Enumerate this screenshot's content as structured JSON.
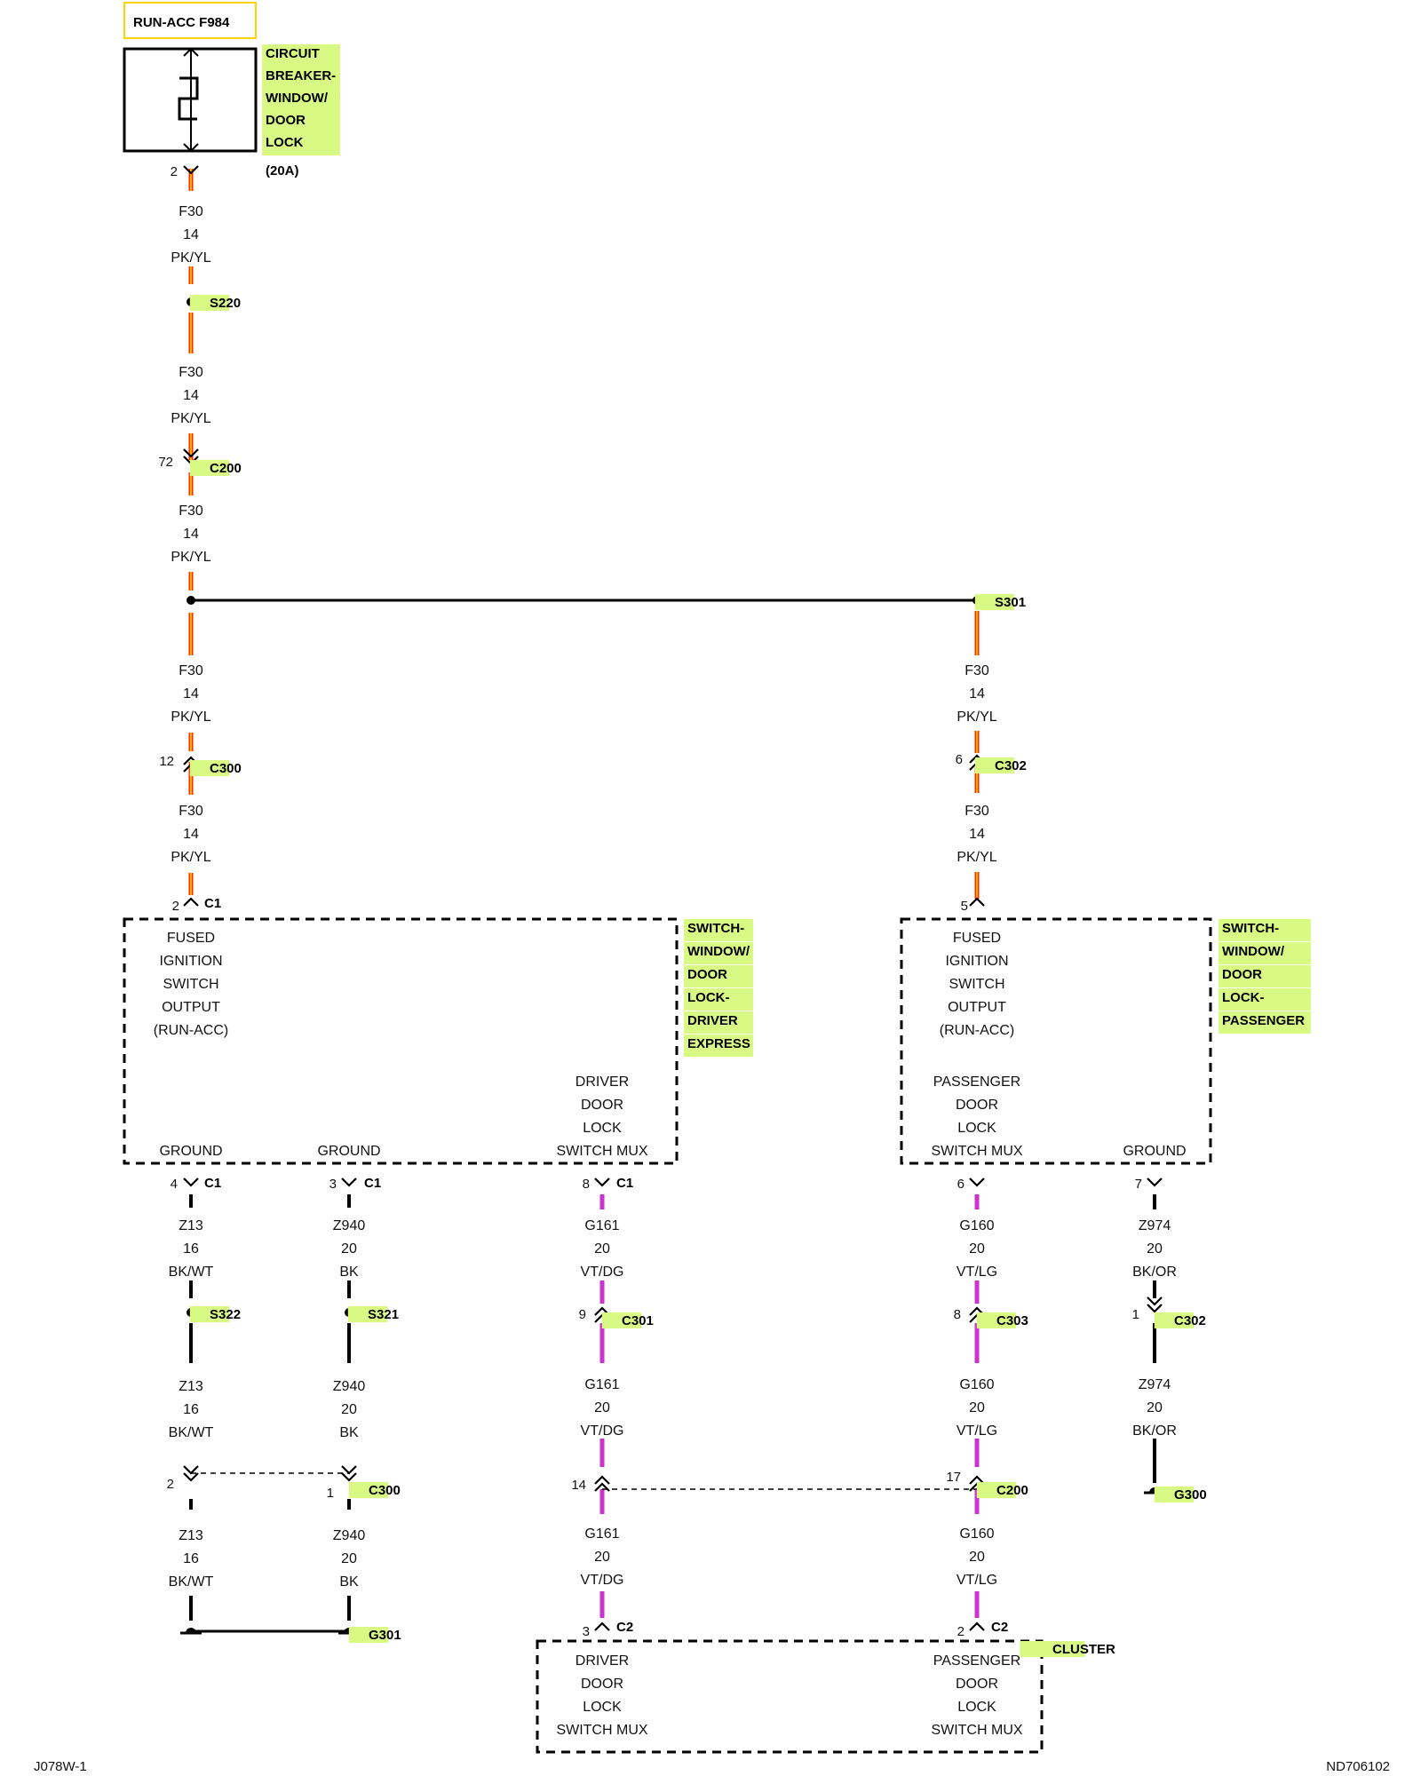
{
  "colors": {
    "pk_yl_primary": "#ff2a00",
    "pk_yl_stripe": "#ffd400",
    "vt_wire": "#cc33cc",
    "bk_wire": "#000000",
    "highlight": "#d9f985",
    "fuse_box_border": "#ffd400"
  },
  "icons": {
    "circuit_breaker": "circuit-breaker-symbol",
    "splice": "splice-dot",
    "connector_male": "connector-chevron-down",
    "connector_female": "connector-chevron-up",
    "ground": "ground-symbol"
  },
  "fuse": {
    "name": "RUN-ACC F984",
    "title_lines": [
      "CIRCUIT",
      "BREAKER-",
      "WINDOW/",
      "DOOR",
      "LOCK"
    ],
    "rating": "(20A)",
    "pin": "2"
  },
  "wire_main": {
    "circuit": "F30",
    "gauge": "14",
    "color": "PK/YL"
  },
  "splices": {
    "s220": "S220",
    "s301": "S301",
    "s322": "S322",
    "s321": "S321"
  },
  "connectors": {
    "c200_top": {
      "pin": "72",
      "name": "C200"
    },
    "c300_left": {
      "pin": "12",
      "name": "C300"
    },
    "c302_right": {
      "pin": "6",
      "name": "C302"
    },
    "driver_c1_in": {
      "pin": "2",
      "name": "C1"
    },
    "passenger_in": {
      "pin": "5"
    },
    "driver_c1_gnd1": {
      "pin": "4",
      "name": "C1"
    },
    "driver_c1_gnd2": {
      "pin": "3",
      "name": "C1"
    },
    "driver_c1_mux": {
      "pin": "8",
      "name": "C1"
    },
    "passenger_mux": {
      "pin": "6"
    },
    "passenger_gnd": {
      "pin": "7"
    },
    "c301": {
      "pin": "9",
      "name": "C301"
    },
    "c303": {
      "pin": "8",
      "name": "C303"
    },
    "c302_gnd": {
      "pin": "1",
      "name": "C302"
    },
    "c300_z13": {
      "pin": "2"
    },
    "c300_z940": {
      "pin": "1",
      "name": "C300"
    },
    "c200_g161": {
      "pin": "14"
    },
    "c200_g160": {
      "pin": "17",
      "name": "C200"
    },
    "c2_driver": {
      "pin": "3",
      "name": "C2"
    },
    "c2_passenger": {
      "pin": "2",
      "name": "C2"
    }
  },
  "driver_switch": {
    "title_lines": [
      "SWITCH-",
      "WINDOW/",
      "DOOR",
      "LOCK-",
      "DRIVER",
      "EXPRESS"
    ],
    "fused_lines": [
      "FUSED",
      "IGNITION",
      "SWITCH",
      "OUTPUT",
      "(RUN-ACC)"
    ],
    "mux_lines": [
      "DRIVER",
      "DOOR",
      "LOCK",
      "SWITCH MUX"
    ],
    "ground1": "GROUND",
    "ground2": "GROUND"
  },
  "passenger_switch": {
    "title_lines": [
      "SWITCH-",
      "WINDOW/",
      "DOOR",
      "LOCK-",
      "PASSENGER"
    ],
    "fused_lines": [
      "FUSED",
      "IGNITION",
      "SWITCH",
      "OUTPUT",
      "(RUN-ACC)"
    ],
    "mux_lines": [
      "PASSENGER",
      "DOOR",
      "LOCK",
      "SWITCH MUX"
    ],
    "ground": "GROUND"
  },
  "wires": {
    "z13": {
      "circuit": "Z13",
      "gauge": "16",
      "color_a": "BK/WT",
      "color_b": "BK/WT"
    },
    "z940": {
      "circuit": "Z940",
      "gauge": "20",
      "color": "BK"
    },
    "g161": {
      "circuit": "G161",
      "gauge": "20",
      "color": "VT/DG"
    },
    "g160": {
      "circuit": "G160",
      "gauge": "20",
      "color": "VT/LG"
    },
    "z974": {
      "circuit": "Z974",
      "gauge": "20",
      "color": "BK/OR"
    }
  },
  "grounds": {
    "g300": "G300",
    "g301": "G301"
  },
  "cluster": {
    "title": "CLUSTER",
    "driver_lines": [
      "DRIVER",
      "DOOR",
      "LOCK",
      "SWITCH MUX"
    ],
    "passenger_lines": [
      "PASSENGER",
      "DOOR",
      "LOCK",
      "SWITCH MUX"
    ]
  },
  "footer": {
    "left": "J078W-1",
    "right": "ND706102"
  }
}
